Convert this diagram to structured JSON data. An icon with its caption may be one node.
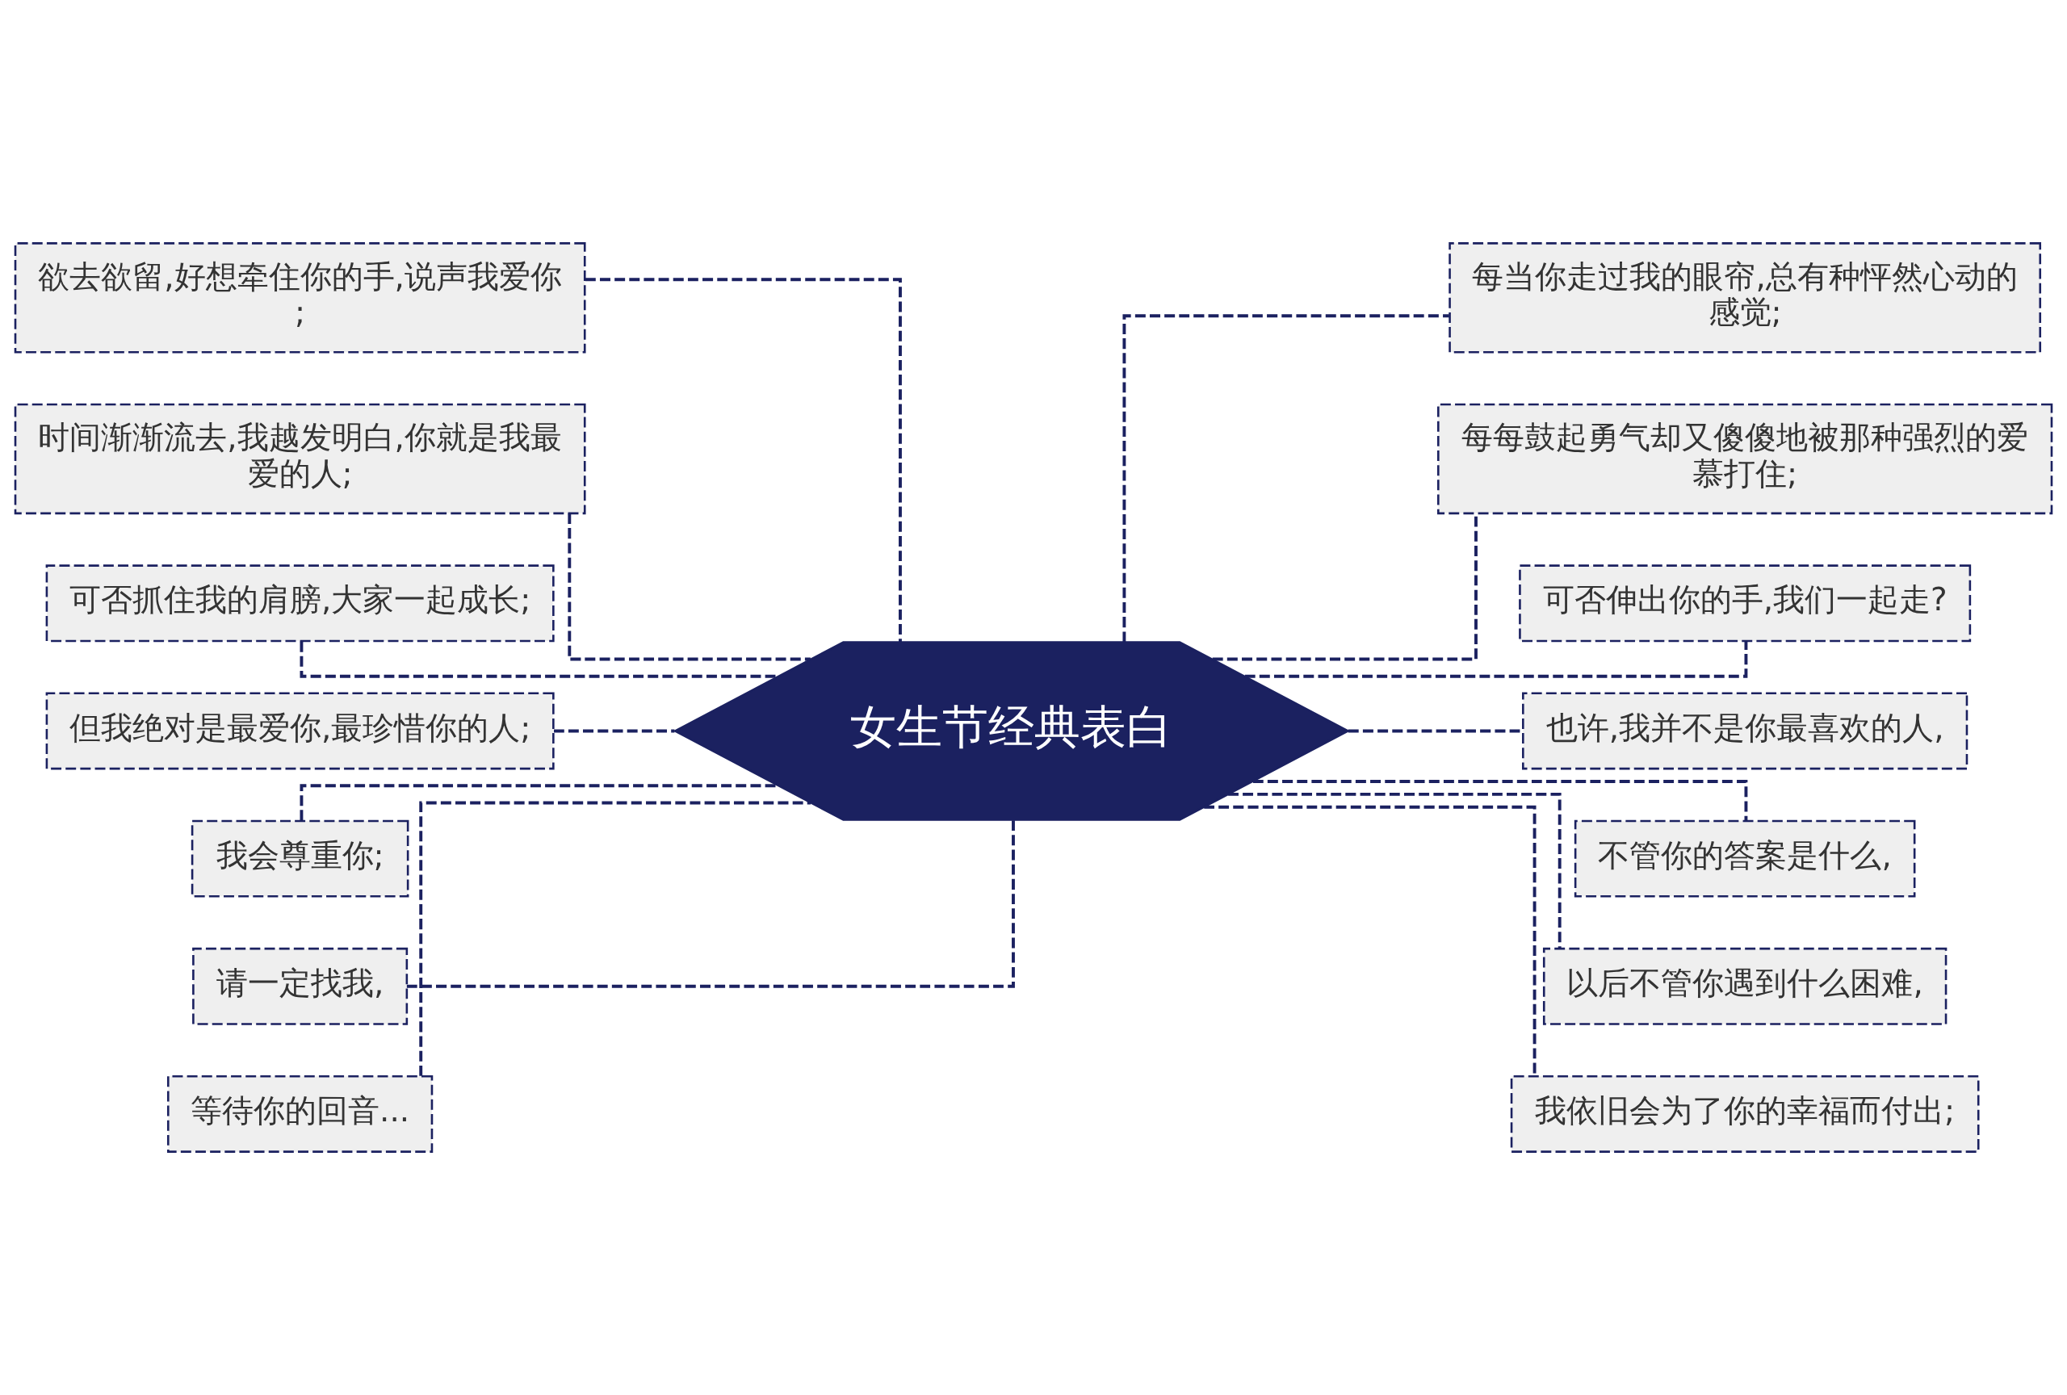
{
  "diagram": {
    "nodes": [
      {
        "text": [
          "女生节经典表白"
        ]
      },
      {
        "text": [
          "欲去欲留,好想牵住你的手,说声我爱你;"
        ]
      },
      {
        "text": [
          "时间渐渐流去,我越发明白,你就是我最爱的人;"
        ]
      },
      {
        "text": [
          "可否抓住我的肩膀,大家一起成长;"
        ]
      },
      {
        "text": [
          "但我绝对是最爱你,最珍惜你的人;"
        ]
      },
      {
        "text": [
          "我会尊重你;"
        ]
      },
      {
        "text": [
          "请一定找我,"
        ]
      },
      {
        "text": [
          "等待你的回音..."
        ]
      },
      {
        "text": [
          "每当你走过我的眼帘,总有种怦然心动的感觉;"
        ]
      },
      {
        "text": [
          "每每鼓起勇气却又傻傻地被那种强烈的爱慕打住;"
        ]
      },
      {
        "text": [
          "可否伸出你的手,我们一起走?"
        ]
      },
      {
        "text": [
          "也许,我并不是你最喜欢的人,"
        ]
      },
      {
        "text": [
          "不管你的答案是什么,"
        ]
      },
      {
        "text": [
          "以后不管你遇到什么困难,"
        ]
      },
      {
        "text": [
          "我依旧会为了你的幸福而付出;"
        ]
      }
    ],
    "edges": [
      {
        "from": 0,
        "to": 1,
        "arrow": "none",
        "style": "dashed"
      },
      {
        "from": 0,
        "to": 2,
        "arrow": "none",
        "style": "dashed"
      },
      {
        "from": 0,
        "to": 3,
        "arrow": "none",
        "style": "dashed"
      },
      {
        "from": 0,
        "to": 4,
        "arrow": "none",
        "style": "dashed"
      },
      {
        "from": 0,
        "to": 5,
        "arrow": "none",
        "style": "dashed"
      },
      {
        "from": 0,
        "to": 6,
        "arrow": "none",
        "style": "dashed"
      },
      {
        "from": 0,
        "to": 7,
        "arrow": "none",
        "style": "dashed"
      },
      {
        "from": 0,
        "to": 8,
        "arrow": "none",
        "style": "dashed"
      },
      {
        "from": 0,
        "to": 9,
        "arrow": "none",
        "style": "dashed"
      },
      {
        "from": 0,
        "to": 10,
        "arrow": "none",
        "style": "dashed"
      },
      {
        "from": 0,
        "to": 11,
        "arrow": "none",
        "style": "dashed"
      },
      {
        "from": 0,
        "to": 12,
        "arrow": "none",
        "style": "dashed"
      },
      {
        "from": 0,
        "to": 13,
        "arrow": "none",
        "style": "dashed"
      },
      {
        "from": 0,
        "to": 14,
        "arrow": "none",
        "style": "dashed"
      }
    ]
  }
}
